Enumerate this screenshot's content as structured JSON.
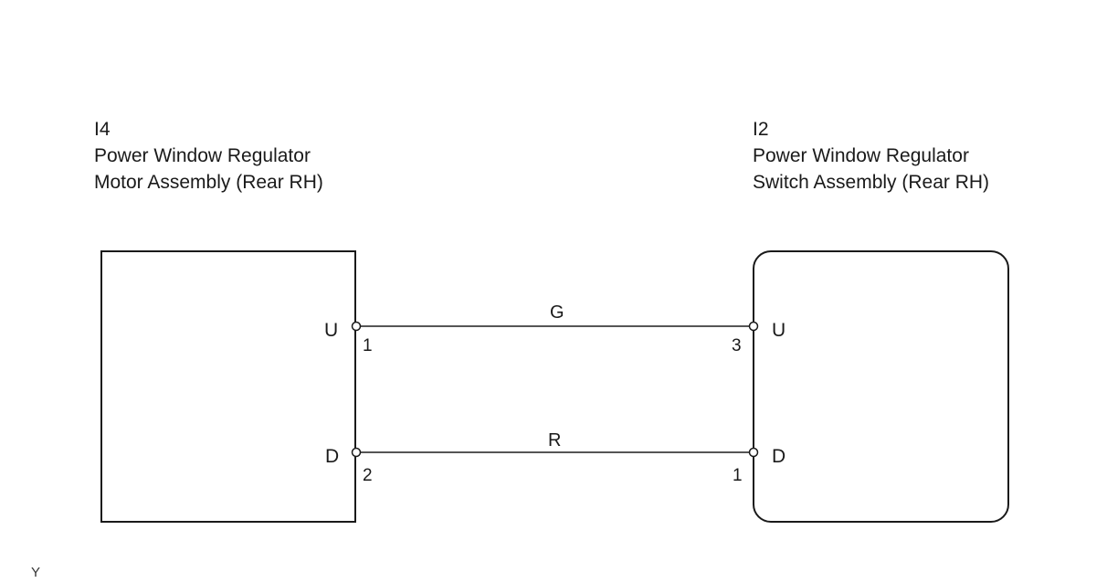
{
  "left_component": {
    "code": "I4",
    "name_line1": "Power Window Regulator",
    "name_line2": "Motor Assembly (Rear RH)"
  },
  "right_component": {
    "code": "I2",
    "name_line1": "Power Window Regulator",
    "name_line2": "Switch Assembly (Rear RH)"
  },
  "connections": [
    {
      "wire_color": "G",
      "left_pin_name": "U",
      "left_pin_number": "1",
      "right_pin_name": "U",
      "right_pin_number": "3"
    },
    {
      "wire_color": "R",
      "left_pin_name": "D",
      "left_pin_number": "2",
      "right_pin_name": "D",
      "right_pin_number": "1"
    }
  ],
  "footer_code": "Y",
  "colors": {
    "line": "#1a1a1a",
    "wire": "#555555",
    "background": "#ffffff"
  }
}
